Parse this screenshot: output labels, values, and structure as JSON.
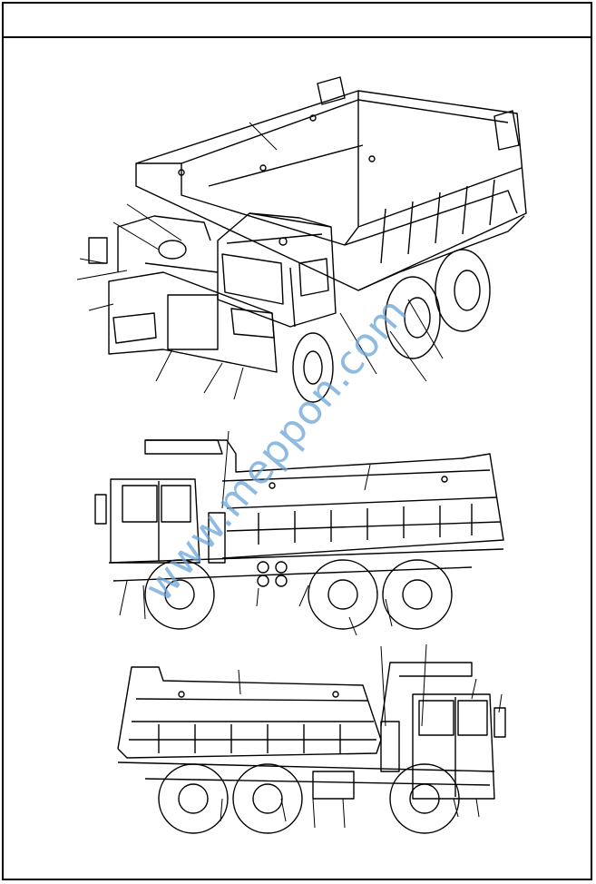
{
  "header": {
    "title": ""
  },
  "figures": [
    {
      "id": "truck-isometric-view"
    },
    {
      "id": "truck-left-side-view"
    },
    {
      "id": "truck-right-side-view"
    }
  ],
  "watermark": {
    "text": "www.meppon.com",
    "color": "#6aa3d8"
  }
}
